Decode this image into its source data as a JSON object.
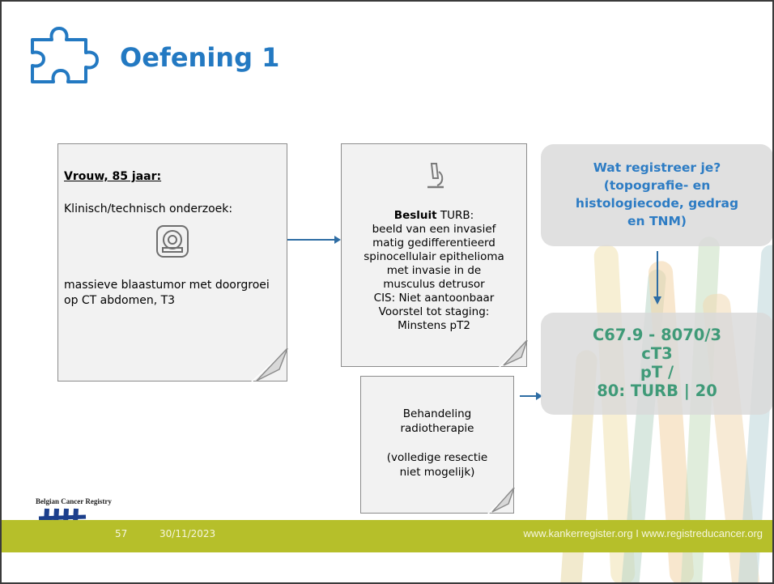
{
  "slide": {
    "title": "Oefening 1",
    "accent_color": "#2379c2"
  },
  "case_card": {
    "heading": "Vrouw, 85 jaar:",
    "exam_label": "Klinisch/technisch onderzoek:",
    "exam_icon": "mri-scanner-icon",
    "finding": "massieve blaastumor met doorgroei op CT abdomen, T3"
  },
  "pathology_card": {
    "icon": "microscope-icon",
    "conclusion_bold": "Besluit",
    "conclusion_rest": " TURB:",
    "lines": [
      "beeld van een invasief",
      "matig gedifferentieerd",
      "spinocellulair epithelioma",
      "met invasie in de",
      "musculus detrusor",
      "CIS: Niet aantoonbaar",
      "Voorstel tot staging:",
      "Minstens pT2"
    ]
  },
  "treatment_card": {
    "line1": "Behandeling",
    "line2": "radiotherapie",
    "line3": "(volledige resectie",
    "line4": "niet mogelijk)"
  },
  "question_box": {
    "lines": [
      "Wat registreer je?",
      "(topografie- en",
      "histologiecode, gedrag",
      "en TNM)"
    ],
    "color": "#2d7cc4"
  },
  "answer_box": {
    "lines": [
      "C67.9 - 8070/3",
      "cT3",
      "pT /",
      "80: TURB | 20"
    ],
    "color": "#3f9a78"
  },
  "footer": {
    "page_number": "57",
    "date": "30/11/2023",
    "links": "www.kankerregister.org  I  www.registreducancer.org",
    "bar_color": "#b6bf2a"
  },
  "logo": {
    "text": "Belgian Cancer Registry"
  }
}
